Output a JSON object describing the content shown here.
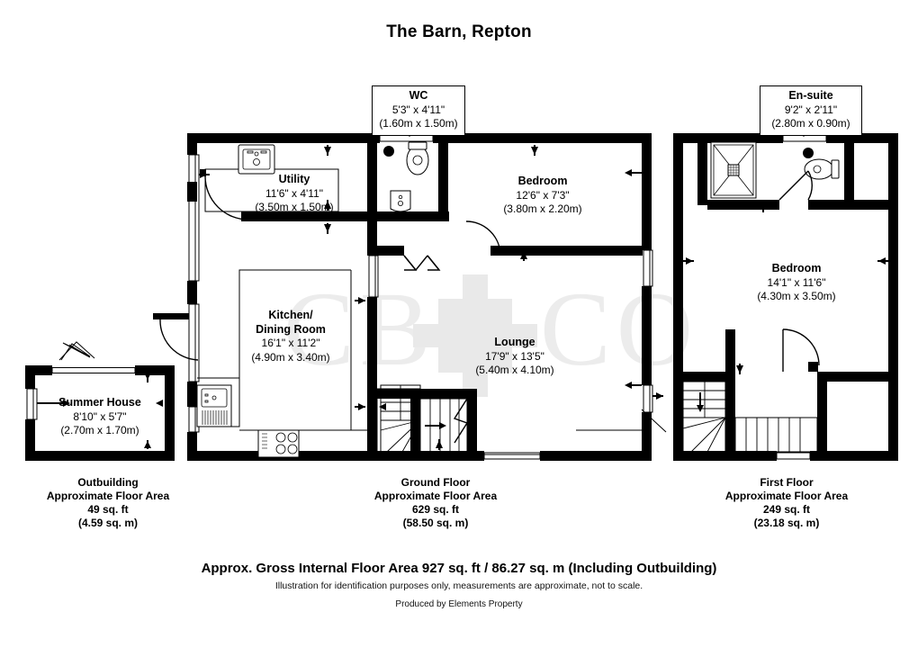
{
  "document": {
    "title": "The Barn, Repton",
    "watermark": "CB + CO"
  },
  "rooms": [
    {
      "id": "wc",
      "name": "WC",
      "dim_imperial": "5'3\" x 4'11\"",
      "dim_metric": "(1.60m x 1.50m)",
      "boxed": true
    },
    {
      "id": "ensuite",
      "name": "En-suite",
      "dim_imperial": "9'2\" x 2'11\"",
      "dim_metric": "(2.80m x 0.90m)",
      "boxed": true
    },
    {
      "id": "utility",
      "name": "Utility",
      "dim_imperial": "11'6\" x 4'11\"",
      "dim_metric": "(3.50m x 1.50m)",
      "boxed": false
    },
    {
      "id": "bedroom-ground",
      "name": "Bedroom",
      "dim_imperial": "12'6\" x 7'3\"",
      "dim_metric": "(3.80m x 2.20m)",
      "boxed": false
    },
    {
      "id": "kitchen-dining",
      "name_line1": "Kitchen/",
      "name_line2": "Dining Room",
      "dim_imperial": "16'1\" x 11'2\"",
      "dim_metric": "(4.90m x 3.40m)",
      "boxed": false
    },
    {
      "id": "lounge",
      "name": "Lounge",
      "dim_imperial": "17'9\" x 13'5\"",
      "dim_metric": "(5.40m x 4.10m)",
      "boxed": false
    },
    {
      "id": "bedroom-first",
      "name": "Bedroom",
      "dim_imperial": "14'1\" x 11'6\"",
      "dim_metric": "(4.30m x 3.50m)",
      "boxed": false
    },
    {
      "id": "summer-house",
      "name": "Summer House",
      "dim_imperial": "8'10\" x 5'7\"",
      "dim_metric": "(2.70m x 1.70m)",
      "boxed": false
    }
  ],
  "floor_captions": [
    {
      "id": "outbuilding",
      "name": "Outbuilding",
      "area_label": "Approximate Floor Area",
      "area_imperial": "49 sq. ft",
      "area_metric": "(4.59 sq. m)"
    },
    {
      "id": "ground-floor",
      "name": "Ground Floor",
      "area_label": "Approximate Floor Area",
      "area_imperial": "629 sq. ft",
      "area_metric": "(58.50 sq. m)"
    },
    {
      "id": "first-floor",
      "name": "First Floor",
      "area_label": "Approximate Floor Area",
      "area_imperial": "249 sq. ft",
      "area_metric": "(23.18 sq. m)"
    }
  ],
  "footer": {
    "gross_area": "Approx. Gross Internal Floor Area 927 sq. ft / 86.27 sq. m (Including Outbuilding)",
    "disclaimer": "Illustration for identification purposes only, measurements are approximate, not to scale.",
    "producer": "Produced by Elements Property"
  },
  "colors": {
    "wall": "#000000",
    "background": "#ffffff",
    "watermark": "#ececec"
  }
}
